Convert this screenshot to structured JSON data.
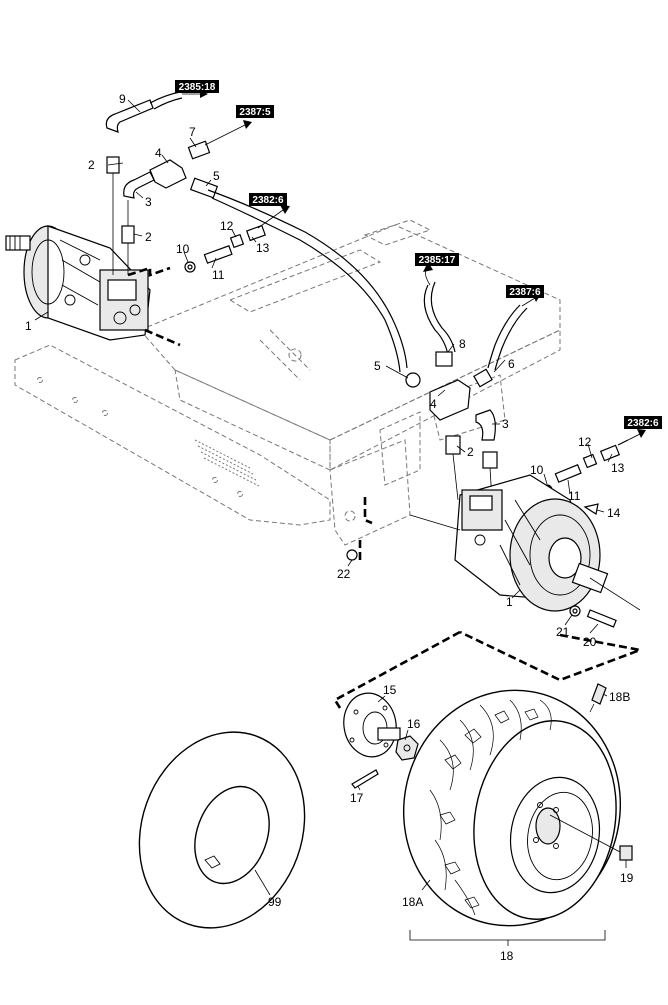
{
  "refs": {
    "r2385_18": "2385:18",
    "r2387_5": "2387:5",
    "r2382_6": "2382:6",
    "r2385_17": "2385:17",
    "r2387_6": "2387:6",
    "r2382_6b": "2382:6"
  },
  "labels": {
    "n9": "9",
    "n7": "7",
    "n2a": "2",
    "n4a": "4",
    "n5a": "5",
    "n3a": "3",
    "n2b": "2",
    "n12a": "12",
    "n10a": "10",
    "n13a": "13",
    "n11a": "11",
    "n1a": "1",
    "n8": "8",
    "n5b": "5",
    "n6": "6",
    "n4b": "4",
    "n3b": "3",
    "n2c": "2",
    "n12b": "12",
    "n10b": "10",
    "n13b": "13",
    "n11b": "11",
    "n14": "14",
    "n22": "22",
    "n1b": "1",
    "n21": "21",
    "n20": "20",
    "n15": "15",
    "n16": "16",
    "n17": "17",
    "n18B": "18B",
    "n19": "19",
    "n99": "99",
    "n18A": "18A",
    "n18": "18"
  }
}
